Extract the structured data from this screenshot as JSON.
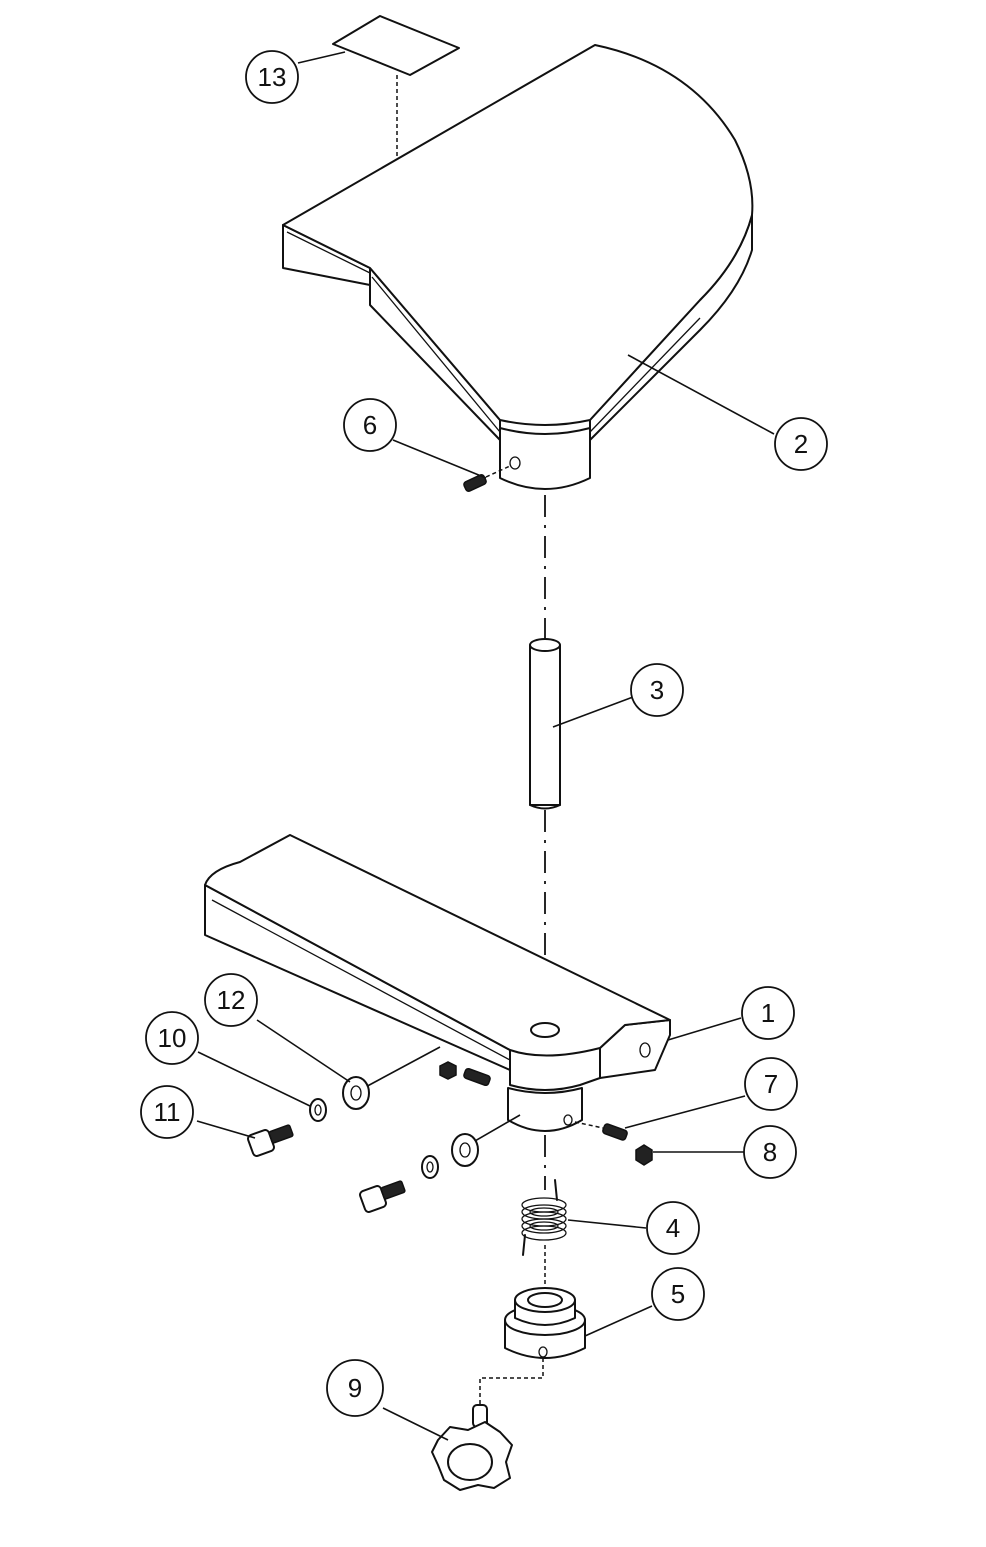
{
  "parts": [
    {
      "number": "1",
      "part": "support-base"
    },
    {
      "number": "2",
      "part": "table"
    },
    {
      "number": "3",
      "part": "pivot-shaft"
    },
    {
      "number": "4",
      "part": "torsion-spring"
    },
    {
      "number": "5",
      "part": "spring-collar"
    },
    {
      "number": "6",
      "part": "set-screw"
    },
    {
      "number": "7",
      "part": "set-screw"
    },
    {
      "number": "8",
      "part": "hex-nut"
    },
    {
      "number": "9",
      "part": "star-knob"
    },
    {
      "number": "10",
      "part": "lock-washer"
    },
    {
      "number": "11",
      "part": "socket-head-cap-screw"
    },
    {
      "number": "12",
      "part": "flat-washer"
    },
    {
      "number": "13",
      "part": "label"
    }
  ]
}
